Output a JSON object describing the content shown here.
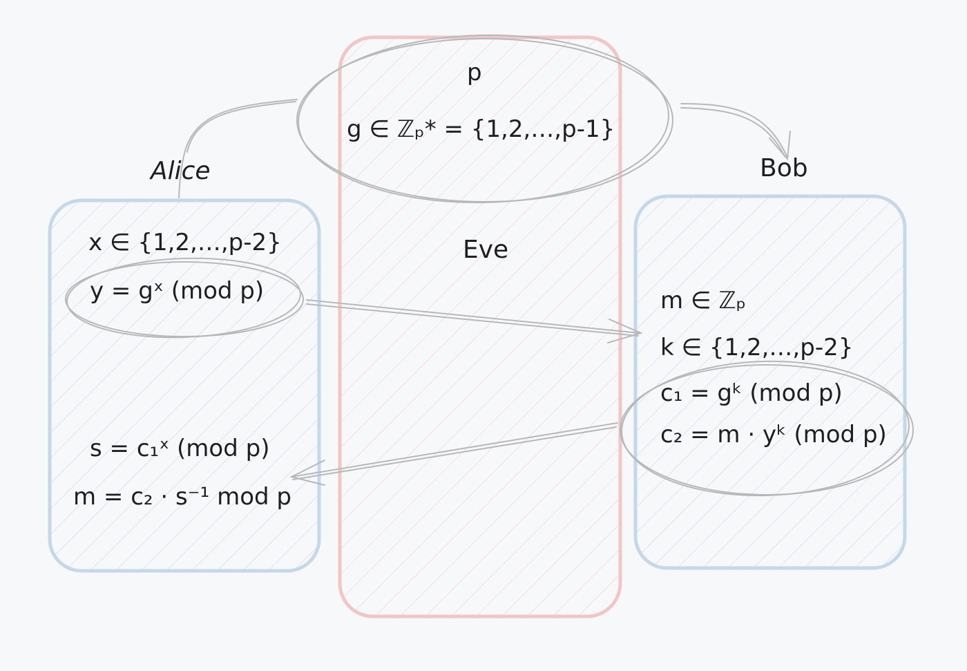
{
  "diagram": {
    "nodes": {
      "public": {
        "line1": "p",
        "line2": "g ∈ ℤₚ* = {1,2,…,p-1}"
      },
      "eve": {
        "label": "Eve"
      },
      "alice": {
        "label": "Alice",
        "line1": "x ∈ {1,2,…,p-2}",
        "line2": "y = gˣ (mod p)",
        "line3": "s = c₁ˣ (mod p)",
        "line4": "m = c₂ · s⁻¹ mod p"
      },
      "bob": {
        "label": "Bob",
        "line1": "m ∈ ℤₚ",
        "line2": "k ∈ {1,2,…,p-2}",
        "line3": "c₁ = gᵏ (mod p)",
        "line4": "c₂ = m · yᵏ (mod p)"
      }
    },
    "edges": [
      {
        "from": "public",
        "to": "alice"
      },
      {
        "from": "public",
        "to": "bob"
      },
      {
        "from": "alice",
        "to": "bob",
        "carries": "y"
      },
      {
        "from": "bob",
        "to": "alice",
        "carries": "c₁, c₂"
      }
    ],
    "colors": {
      "alice_box": "#c5d8ea",
      "bob_box": "#c5d8ea",
      "eve_box": "#f0c6c6",
      "hatch_blue": "#d9e5f1",
      "hatch_red": "#f6dede",
      "ellipse_stroke": "#b8b8b8",
      "arrow_stroke": "#b8b8b8",
      "text": "#1e1e1e"
    }
  }
}
